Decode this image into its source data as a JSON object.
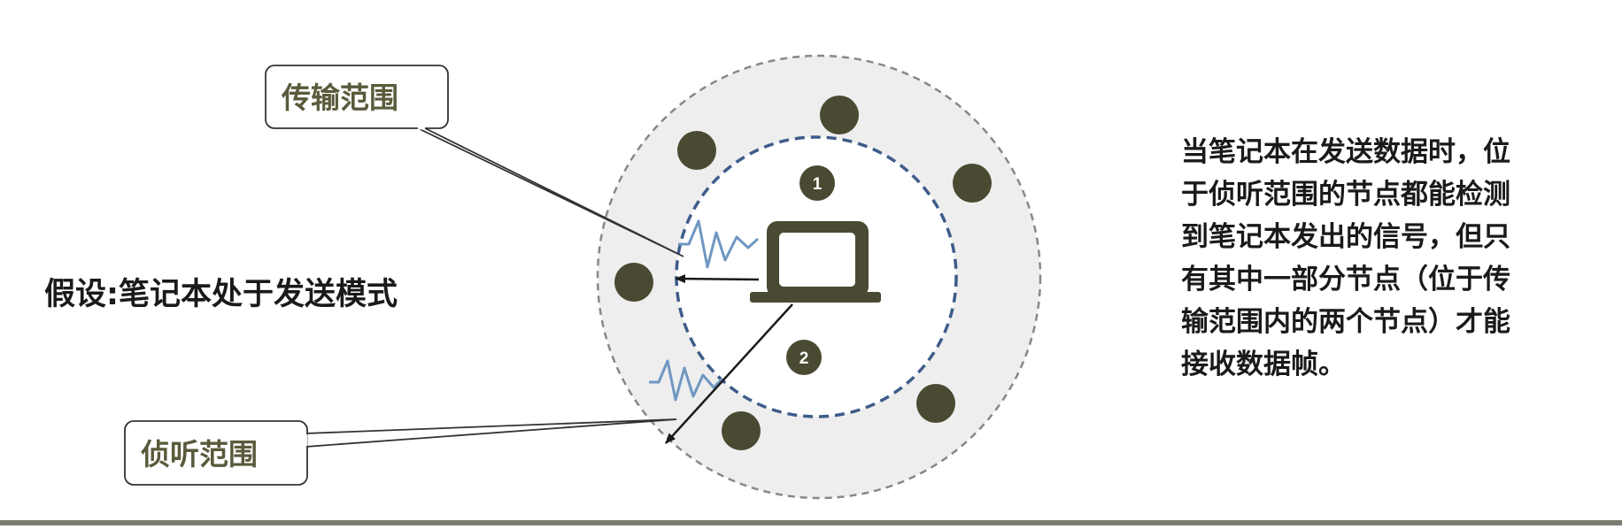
{
  "labels": {
    "transmit_range": "传输范围",
    "listen_range": "侦听范围",
    "assumption": "假设:笔记本处于发送模式"
  },
  "description_lines": [
    "当笔记本在发送数据时，位",
    "于侦听范围的节点都能检测",
    "到笔记本发出的信号，但只",
    "有其中一部分节点（位于传",
    "输范围内的两个节点）才能",
    "接收数据帧。"
  ],
  "node_markers": [
    "1",
    "2"
  ],
  "icons": {
    "laptop": "laptop-icon",
    "signal": "signal-wave-icon",
    "node": "node-dot"
  },
  "colors": {
    "node": "#4a4a33",
    "outer_fill": "#eeeeee",
    "outer_border": "#888888",
    "inner_ring": "#3e5c8a",
    "wave": "#6f97c2",
    "callout_text": "#5a5a3c",
    "callout_border": "#333333"
  }
}
